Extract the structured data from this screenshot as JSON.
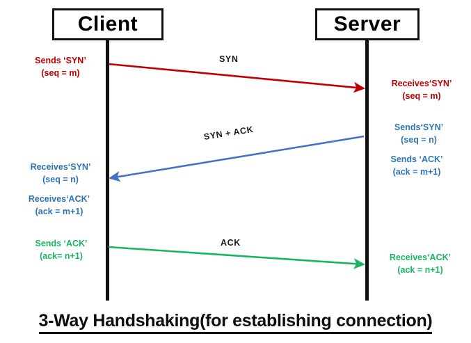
{
  "diagram": {
    "title": "3-Way Handshaking(for establishing connection)",
    "nodes": {
      "client": "Client",
      "server": "Server"
    },
    "colors": {
      "syn": "#C00000",
      "syn_ack": "#4472C4",
      "ack": "#18B563",
      "line": "#111111",
      "text_blue": "#2E75B6",
      "text_green": "#18B563"
    },
    "messages": [
      {
        "id": "syn",
        "label": "SYN",
        "direction": "client-to-server",
        "color": "#C00000"
      },
      {
        "id": "syn-ack",
        "label": "SYN + ACK",
        "direction": "server-to-client",
        "color": "#4472C4"
      },
      {
        "id": "ack",
        "label": "ACK",
        "direction": "client-to-server",
        "color": "#18B563"
      }
    ],
    "notes": {
      "client_sends_syn": {
        "line1": "Sends ‘SYN’",
        "line2": "(seq = m)"
      },
      "server_recv_syn": {
        "line1": "Receives‘SYN’",
        "line2": "(seq = m)"
      },
      "server_sends_syn": {
        "line1": "Sends‘SYN’",
        "line2": "(seq = n)"
      },
      "server_sends_ack": {
        "line1": "Sends ‘ACK’",
        "line2": "(ack = m+1)"
      },
      "client_recv_syn": {
        "line1": "Receives‘SYN’",
        "line2": "(seq = n)"
      },
      "client_recv_ack": {
        "line1": "Receives‘ACK’",
        "line2": "(ack = m+1)"
      },
      "client_sends_ack": {
        "line1": "Sends ‘ACK’",
        "line2": "(ack= n+1)"
      },
      "server_recv_ack": {
        "line1": "Receives‘ACK’",
        "line2": "(ack = n+1)"
      }
    }
  }
}
